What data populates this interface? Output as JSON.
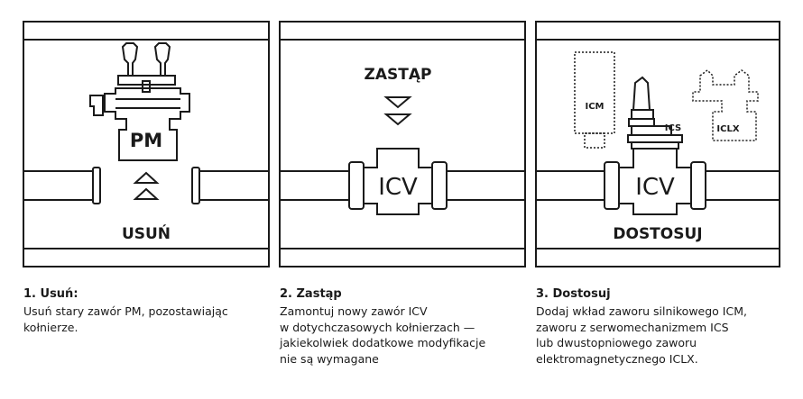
{
  "panels": [
    {
      "label": "USUŃ",
      "valve_label": "PM",
      "step_title": "1. Usuń:",
      "step_lines": [
        "Usuń stary zawór PM, pozostawiając",
        "kołnierze."
      ]
    },
    {
      "label": "ZASTĄP",
      "valve_label": "ICV",
      "step_title": "2. Zastąp",
      "step_lines": [
        "Zamontuj nowy zawór ICV",
        "w dotychczasowych kołnierzach —",
        "jakiekolwiek dodatkowe modyfikacje",
        "nie są wymagane"
      ]
    },
    {
      "label": "DOSTOSUJ",
      "valve_label": "ICV",
      "icm_label": "ICM",
      "ics_label": "ICS",
      "iclx_label": "ICLX",
      "step_title": "3. Dostosuj",
      "step_lines": [
        "Dodaj wkład zaworu silnikowego ICM,",
        "zaworu z serwomechanizmem ICS",
        "lub dwustopniowego zaworu",
        "elektromagnetycznego ICLX."
      ]
    }
  ],
  "colors": {
    "line": "#1a1a1a",
    "background": "#ffffff"
  }
}
